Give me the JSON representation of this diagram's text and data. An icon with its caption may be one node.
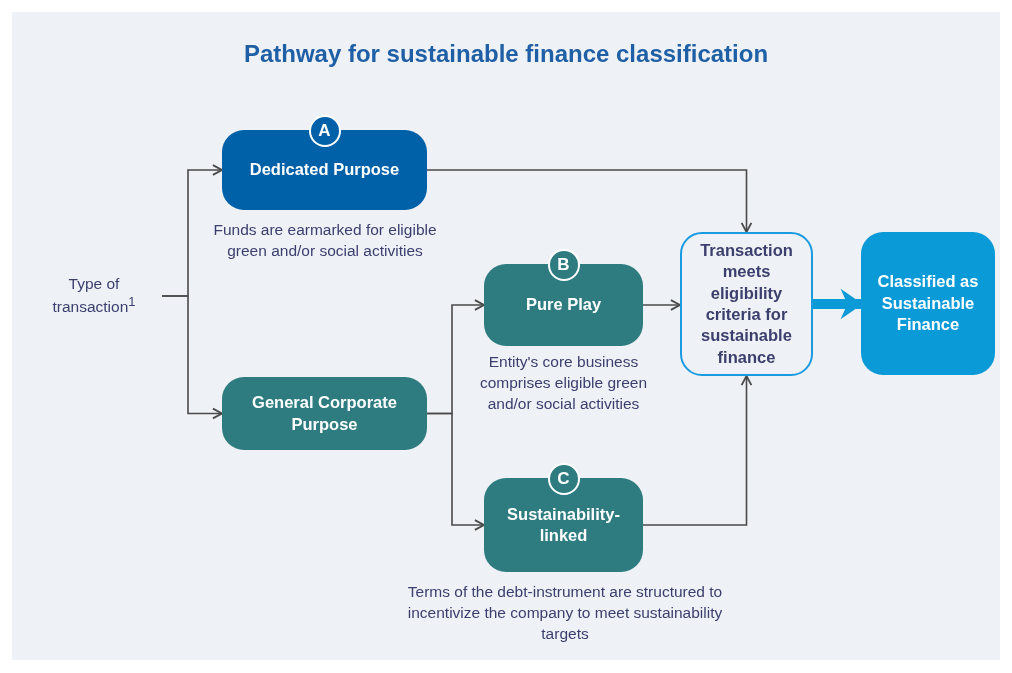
{
  "diagram": {
    "title": "Pathway for sustainable finance classification",
    "nodes": [
      {
        "text": [
          "Type of transaction$^{1}$"
        ]
      },
      {
        "text": [
          "A",
          "Dedicated Purpose"
        ],
        "beside": [
          "Funds are earmarked for eligible green and/or social activities"
        ]
      },
      {
        "text": [
          "General Corporate Purpose"
        ]
      },
      {
        "text": [
          "B",
          "Pure Play"
        ],
        "beside": [
          "Entity's core business comprises eligible green and/or social activities"
        ]
      },
      {
        "text": [
          "C",
          "Sustainability-linked"
        ],
        "beside": [
          "Terms of the debt-instrument are structured to incentivize the company to meet sustainability targets"
        ]
      },
      {
        "text": [
          "Transaction meets eligibility criteria for sustainable finance"
        ]
      },
      {
        "text": [
          "Classified as Sustainable Finance"
        ]
      }
    ],
    "edges": [
      {
        "from": 0,
        "to": 1,
        "arrow": "to"
      },
      {
        "from": 0,
        "to": 2,
        "arrow": "to"
      },
      {
        "from": 1,
        "to": 5,
        "arrow": "to"
      },
      {
        "from": 2,
        "to": 3,
        "arrow": "to"
      },
      {
        "from": 2,
        "to": 4,
        "arrow": "to"
      },
      {
        "from": 3,
        "to": 5,
        "arrow": "to"
      },
      {
        "from": 4,
        "to": 5,
        "arrow": "to"
      },
      {
        "from": 5,
        "to": 6,
        "arrow": "to",
        "style": "thick",
        "color": "#0b9ad8"
      }
    ]
  }
}
